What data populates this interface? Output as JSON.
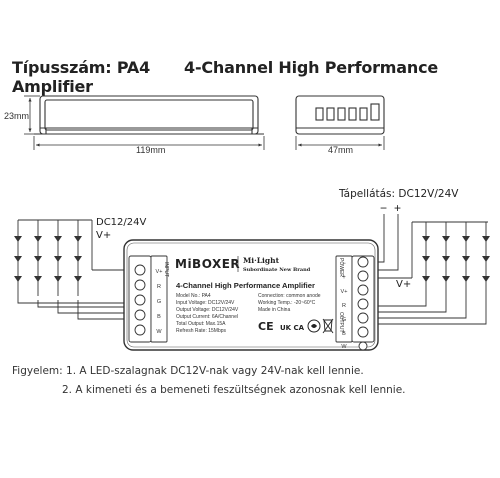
{
  "header": {
    "model_label": "Típusszám: PA4",
    "product_title": "4-Channel High Performance Amplifier"
  },
  "dimensions": {
    "height": "23mm",
    "length": "119mm",
    "width": "47mm"
  },
  "power": {
    "label": "Tápellátás: DC12V/24V",
    "minus": "−",
    "plus": "+",
    "output_vplus": "V+"
  },
  "input_side": {
    "voltage": "DC12/24V",
    "vplus": "V+"
  },
  "device": {
    "brand": "MiBOXER",
    "sub_brand": "Mi·Light",
    "tagline": "Subordinate New Brand",
    "name": "4-Channel High Performance Amplifier",
    "specs_left": [
      "Model No.: PA4",
      "Input Voltage: DC12V/24V",
      "Output Voltage: DC12V/24V",
      "Output Current: 6A/Channel",
      "Total Output: Max.15A",
      "Refresh Rate: 15Mbps"
    ],
    "specs_right": [
      "Connection: common anode",
      "Working Temp.: -20~60°C",
      "",
      "Made in China"
    ],
    "input_terminals": [
      "V+",
      "R",
      "G",
      "B",
      "W"
    ],
    "input_side_label": "INPUT",
    "output_terminals": [
      "V+",
      "R",
      "G",
      "B",
      "W"
    ],
    "power_terminals": [
      "−",
      "+"
    ],
    "power_side_label": "POWER",
    "output_side_label": "OUTPUT",
    "marks": [
      "CE",
      "UK CA"
    ]
  },
  "notes": {
    "prefix": "Figyelem:",
    "line1": "1. A LED-szalagnak DC12V-nak vagy 24V-nak kell lennie.",
    "line2": "2. A kimeneti és a bemeneti feszültségnek azonosnak kell lennie."
  }
}
